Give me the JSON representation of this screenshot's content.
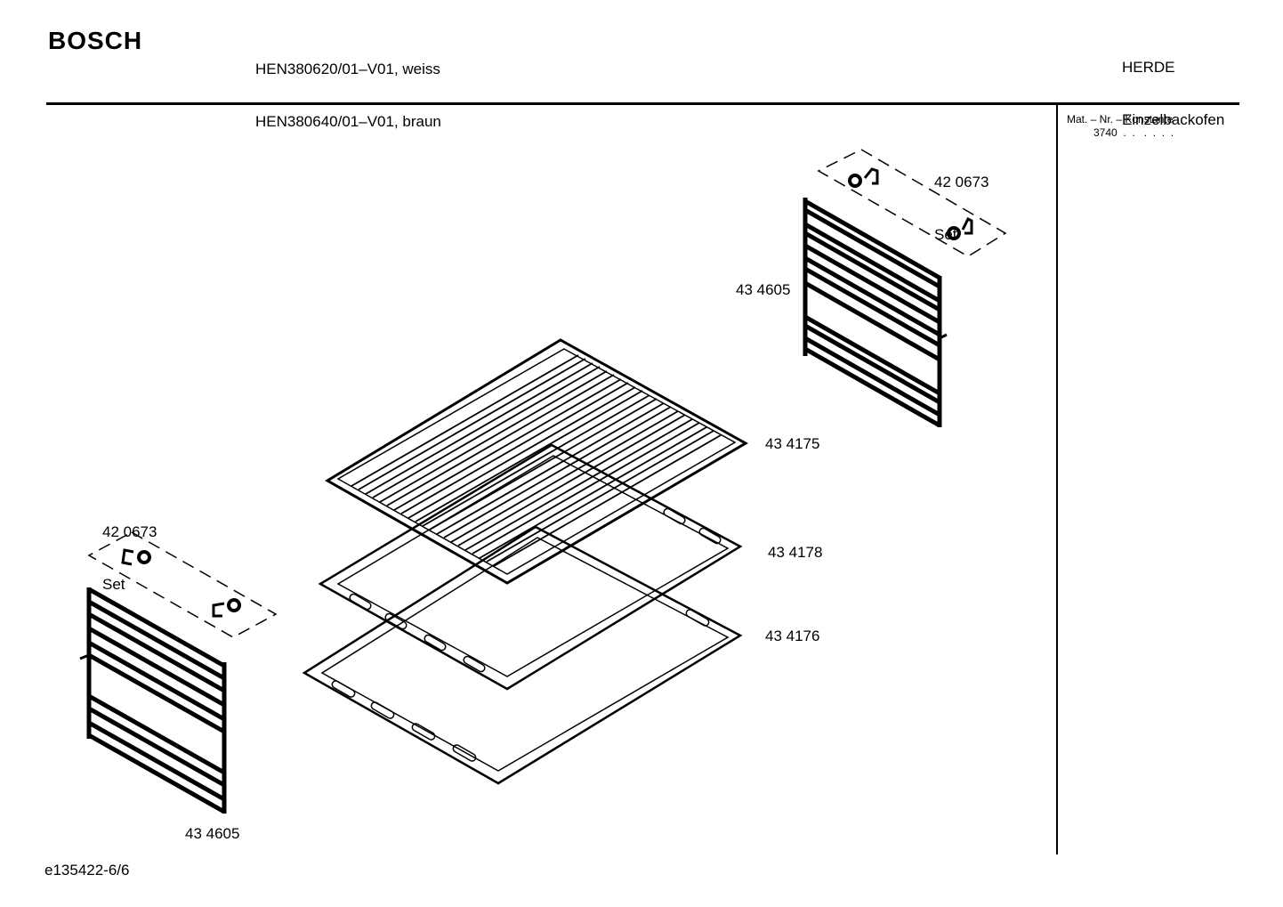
{
  "header": {
    "brand": "BOSCH",
    "models": [
      "HEN380620/01–V01, weiss",
      "HEN380640/01–V01, braun"
    ],
    "category": [
      "HERDE",
      "Einzelbackofen"
    ]
  },
  "side_panel": {
    "constant_label": "Mat. – Nr. – Konstante",
    "constant_value": "3740  .  .   .  .  .  ."
  },
  "parts": {
    "set_right": {
      "number": "42 0673",
      "name": "Set"
    },
    "rack_right": {
      "number": "43 4605"
    },
    "grid": {
      "number": "43 4175"
    },
    "tray_upper": {
      "number": "43 4178"
    },
    "tray_lower": {
      "number": "43 4176"
    },
    "set_left": {
      "number": "42 0673",
      "name": "Set"
    },
    "rack_left": {
      "number": "43 4605"
    }
  },
  "footer": {
    "doc_id": "e135422-6/6"
  }
}
